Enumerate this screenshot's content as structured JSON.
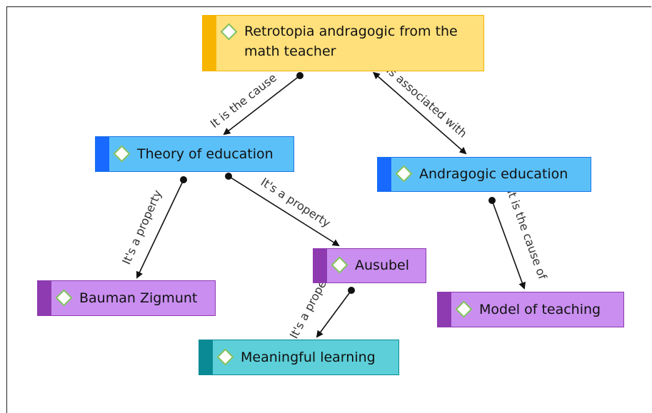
{
  "nodes": {
    "root": "Retrotopia andragogic from the math teacher",
    "theory": "Theory of education",
    "andragogic": "Andragogic education",
    "bauman": "Bauman Zigmunt",
    "ausubel": "Ausubel",
    "model": "Model of teaching",
    "meaningful": "Meaningful learning"
  },
  "links": {
    "root_theory": "It is the cause",
    "root_andragogic": "Is associated with",
    "theory_bauman": "It's a property",
    "theory_ausubel": "It's a property",
    "ausubel_meaningful": "It's a property",
    "andragogic_model": "It is the cause of"
  },
  "colors": {
    "root_fill": "#ffe07a",
    "concept_blue": "#5bc0f8",
    "concept_purple": "#c98ef0",
    "concept_teal": "#5ccfd8"
  }
}
